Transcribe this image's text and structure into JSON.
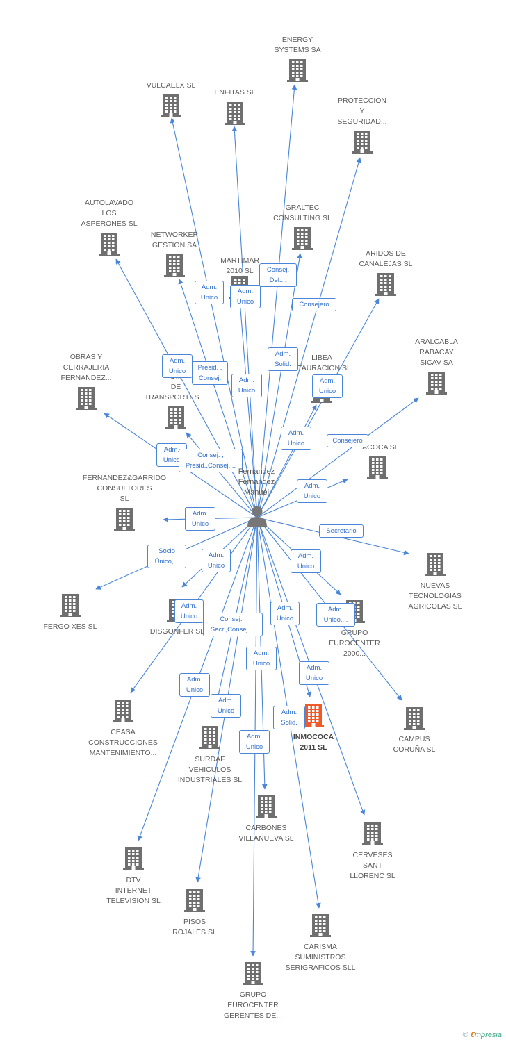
{
  "center": {
    "name": "Fernandez\nFernandez\nManuel",
    "icon": "person-icon"
  },
  "colors": {
    "edge": "#4a86d8",
    "node": "#6f6f6f",
    "highlight": "#f05a28"
  },
  "nodes": [
    {
      "id": "energy-systems-sa",
      "label": "ENERGY\nSYSTEMS SA",
      "icon": "building-icon"
    },
    {
      "id": "vulcaelx-sl",
      "label": "VULCAELX SL",
      "icon": "building-icon"
    },
    {
      "id": "enfitas-sl",
      "label": "ENFITAS SL",
      "icon": "building-icon"
    },
    {
      "id": "proteccion-y-seguridad",
      "label": "PROTECCION\nY\nSEGURIDAD...",
      "icon": "building-icon"
    },
    {
      "id": "autolavado-los-asperones-sl",
      "label": "AUTOLAVADO\nLOS\nASPERONES SL",
      "icon": "building-icon"
    },
    {
      "id": "networker-gestion-sa",
      "label": "NETWORKER\nGESTION SA",
      "icon": "building-icon"
    },
    {
      "id": "martimar-2010-sl",
      "label": "MARTIMAR\n2010 SL",
      "icon": "building-icon"
    },
    {
      "id": "graltec-consulting-sl",
      "label": "GRALTEC\nCONSULTING SL",
      "icon": "building-icon"
    },
    {
      "id": "aridos-de-canalejas-sl",
      "label": "ARIDOS DE\nCANALEJAS SL",
      "icon": "building-icon"
    },
    {
      "id": "aralcabla-rabacay-sicav-sa",
      "label": "ARALCABLA\nRABACAY\nSICAV SA",
      "icon": "building-icon"
    },
    {
      "id": "obras-y-cerrajeria-fernandez",
      "label": "OBRAS Y\nCERRAJERIA\nFERNANDEZ...",
      "icon": "building-icon"
    },
    {
      "id": "de-transportes",
      "label": "O...\nDE\nTRANSPORTES ...",
      "icon": "building-icon"
    },
    {
      "id": "libea-stauracion-sl",
      "label": "LIBEA\nSTAURACION SL",
      "icon": "building-icon"
    },
    {
      "id": "acoca-sl",
      "label": "...ACOCA SL",
      "icon": "building-icon"
    },
    {
      "id": "fernandez-garrido-consultores-sl",
      "label": "FERNANDEZ&GARRIDO\nCONSULTORES\nSL",
      "icon": "building-icon"
    },
    {
      "id": "fergo-xes-sl",
      "label": "FERGO XES  SL",
      "icon": "building-icon"
    },
    {
      "id": "nuevas-tecnologias-agricolas-sl",
      "label": "NUEVAS\nTECNOLOGIAS\nAGRICOLAS SL",
      "icon": "building-icon"
    },
    {
      "id": "disgonfer-sl",
      "label": "DISGONFER SL",
      "icon": "building-icon"
    },
    {
      "id": "grupo-eurocenter-2000",
      "label": "GRUPO\nEUROCENTER\n2000...",
      "icon": "building-icon"
    },
    {
      "id": "ceasa-construcciones",
      "label": "CEASA\nCONSTRUCCIONES\nMANTENIMIENTO...",
      "icon": "building-icon"
    },
    {
      "id": "inmococa-2011-sl",
      "label": "INMOCOCA\n2011 SL",
      "icon": "building-icon",
      "highlight": true
    },
    {
      "id": "campus-coruna-sl",
      "label": "CAMPUS\nCORUÑA SL",
      "icon": "building-icon"
    },
    {
      "id": "surdaf-vehiculos-industriales-sl",
      "label": "SURDAF\nVEHICULOS\nINDUSTRIALES SL",
      "icon": "building-icon"
    },
    {
      "id": "carbones-villanueva-sl",
      "label": "CARBONES\nVILLANUEVA SL",
      "icon": "building-icon"
    },
    {
      "id": "cerveses-sant-llorenc-sl",
      "label": "CERVESES\nSANT\nLLORENC SL",
      "icon": "building-icon"
    },
    {
      "id": "dtv-internet-television-sl",
      "label": "DTV\nINTERNET\nTELEVISION SL",
      "icon": "building-icon"
    },
    {
      "id": "pisos-rojales-sl",
      "label": "PISOS\nROJALES SL",
      "icon": "building-icon"
    },
    {
      "id": "carisma-suministros-serigraficos-sll",
      "label": "CARISMA\nSUMINISTROS\nSERIGRAFICOS SLL",
      "icon": "building-icon"
    },
    {
      "id": "grupo-eurocenter-gerentes",
      "label": "GRUPO\nEUROCENTER\nGERENTES DE...",
      "icon": "building-icon"
    }
  ],
  "roles": [
    {
      "node": "martimar-2010-sl",
      "text": "Adm.\nUnico"
    },
    {
      "node": "vulcaelx-sl",
      "text": "Adm.\nUnico"
    },
    {
      "node": "energy-systems-sa",
      "text": "Consej.\nDel...."
    },
    {
      "node": "proteccion-y-seguridad",
      "text": "Consejero"
    },
    {
      "node": "graltec-consulting-sl",
      "text": "Adm.\nSolid."
    },
    {
      "node": "autolavado-los-asperones-sl",
      "text": "Adm.\nUnico"
    },
    {
      "node": "networker-gestion-sa",
      "text": "Presid. ,\nConsej."
    },
    {
      "node": "enfitas-sl",
      "text": "Adm.\nUnico"
    },
    {
      "node": "aridos-de-canalejas-sl",
      "text": "Adm.\nUnico"
    },
    {
      "node": "libea-stauracion-sl",
      "text": "Adm.\nUnico"
    },
    {
      "node": "aralcabla-rabacay-sicav-sa",
      "text": "Consejero"
    },
    {
      "node": "obras-y-cerrajeria-fernandez",
      "text": "Adm.\nUnico"
    },
    {
      "node": "de-transportes",
      "text": "Consej. ,\nPresid.,Consej...."
    },
    {
      "node": "acoca-sl",
      "text": "Adm.\nUnico"
    },
    {
      "node": "fernandez-garrido-consultores-sl",
      "text": "Adm.\nUnico"
    },
    {
      "node": "nuevas-tecnologias-agricolas-sl",
      "text": "Secretario"
    },
    {
      "node": "fergo-xes-sl",
      "text": "Socio\nÚnico,..."
    },
    {
      "node": "disgonfer-sl",
      "text": "Adm.\nUnico"
    },
    {
      "node": "grupo-eurocenter-2000",
      "text": "Adm.\nUnico"
    },
    {
      "node": "ceasa-construcciones",
      "text": "Adm.\nUnico"
    },
    {
      "node": "surdaf-vehiculos-industriales-sl",
      "text": "Consej. ,\nSecr.,Consej...."
    },
    {
      "node": "inmococa-2011-sl",
      "text": "Adm.\nUnico"
    },
    {
      "node": "campus-coruna-sl",
      "text": "Adm.\nUnico,..."
    },
    {
      "node": "carbones-villanueva-sl",
      "text": "Adm.\nUnico"
    },
    {
      "node": "dtv-internet-television-sl",
      "text": "Adm.\nUnico"
    },
    {
      "node": "cerveses-sant-llorenc-sl",
      "text": "Adm.\nUnico"
    },
    {
      "node": "pisos-rojales-sl",
      "text": "Adm.\nUnico"
    },
    {
      "node": "carisma-suministros-serigraficos-sll",
      "text": "Adm.\nSolid."
    },
    {
      "node": "grupo-eurocenter-gerentes",
      "text": "Adm.\nUnico"
    }
  ],
  "footer": {
    "copyright": "©",
    "brand_initial": "€",
    "brand_rest": "mpresia"
  }
}
